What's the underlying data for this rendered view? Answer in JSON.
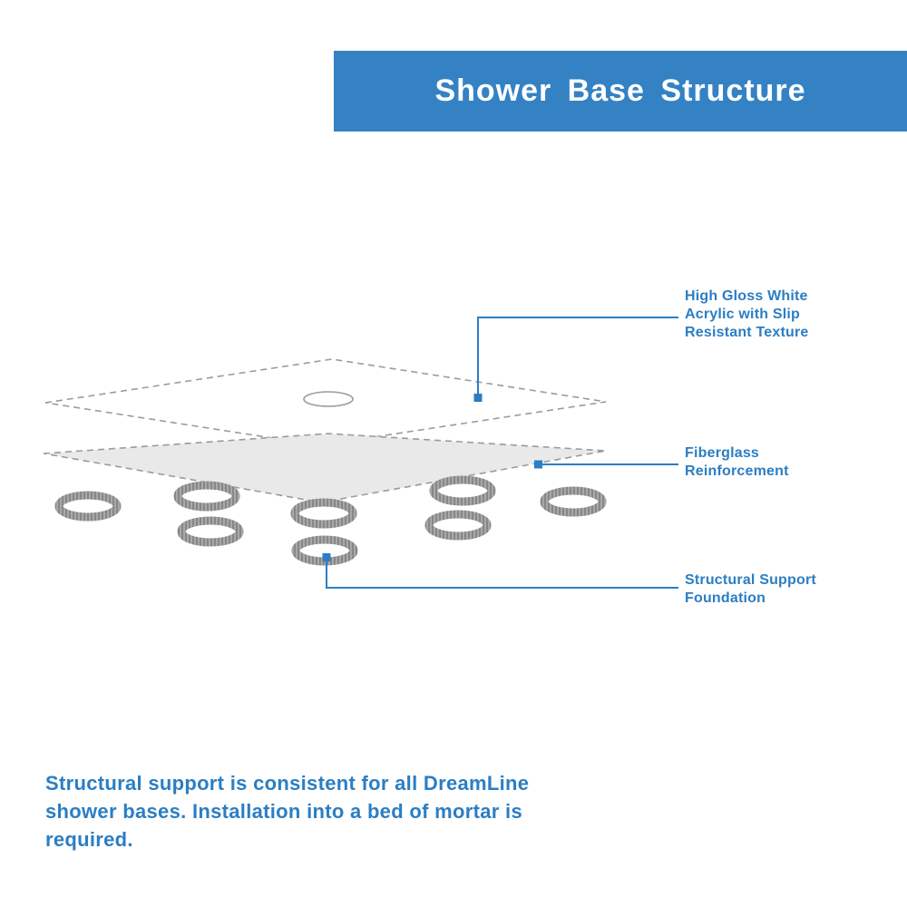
{
  "header": {
    "title": "Shower Base Structure"
  },
  "colors": {
    "banner_blue": "#3482c4",
    "text_blue": "#2b7ec3",
    "layer_gray": "#e9e9e9",
    "outline_gray": "#9b9b9b"
  },
  "diagram": {
    "labels": {
      "acrylic": {
        "lines": [
          "High Gloss White",
          "Acrylic with Slip",
          "Resistant Texture"
        ]
      },
      "fiberglass": {
        "lines": [
          "Fiberglass",
          "Reinforcement"
        ]
      },
      "support": {
        "lines": [
          "Structural Support",
          "Foundation"
        ]
      }
    }
  },
  "footer": {
    "text": "Structural support is consistent for all DreamLine shower bases. Installation into a bed of mortar is required."
  }
}
